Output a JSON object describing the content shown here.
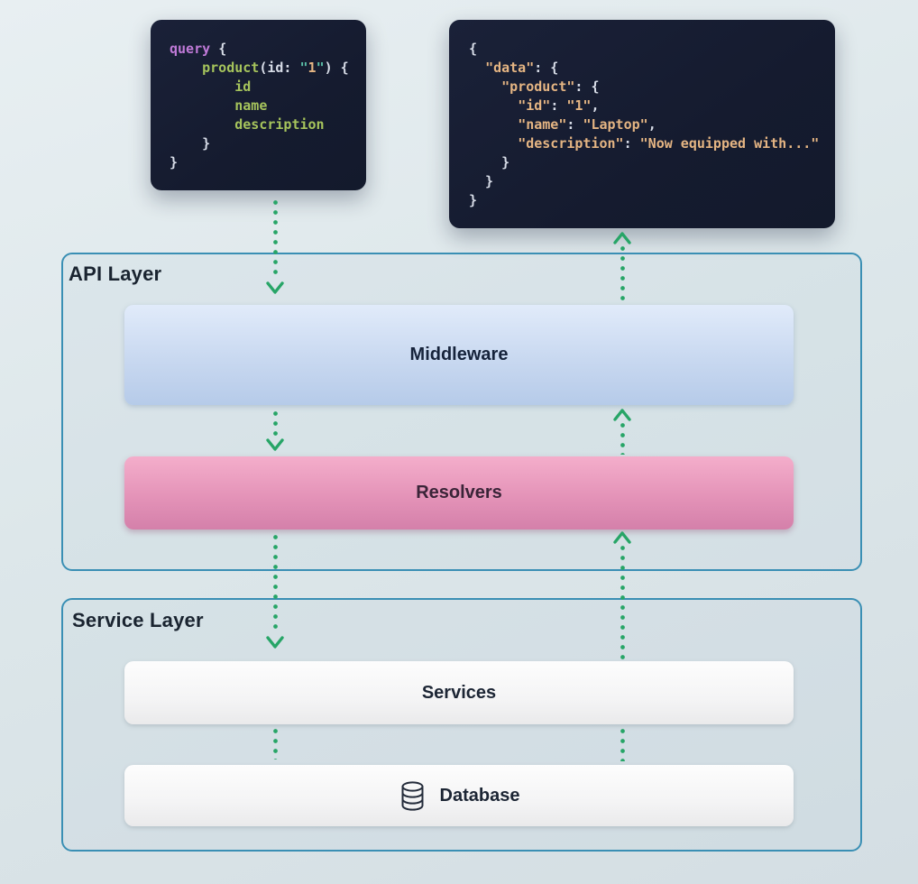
{
  "colors": {
    "arrow_green": "#27a567",
    "layer_border": "#3a8fb4",
    "code_background": "#151b2f",
    "middleware_fill": "#c8d8f0",
    "resolvers_fill": "#e493b8",
    "service_fill": "#f4f4f5"
  },
  "query_block": {
    "lines": [
      [
        {
          "t": "query ",
          "c": "purple"
        },
        {
          "t": "{",
          "c": "punct"
        }
      ],
      [
        {
          "t": "    ",
          "c": "punct"
        },
        {
          "t": "product",
          "c": "green"
        },
        {
          "t": "(id: ",
          "c": "punct"
        },
        {
          "t": "\"",
          "c": "teal"
        },
        {
          "t": "1",
          "c": "tan"
        },
        {
          "t": "\"",
          "c": "teal"
        },
        {
          "t": ") {",
          "c": "punct"
        }
      ],
      [
        {
          "t": "        ",
          "c": "punct"
        },
        {
          "t": "id",
          "c": "green"
        }
      ],
      [
        {
          "t": "        ",
          "c": "punct"
        },
        {
          "t": "name",
          "c": "green"
        }
      ],
      [
        {
          "t": "        ",
          "c": "punct"
        },
        {
          "t": "description",
          "c": "green"
        }
      ],
      [
        {
          "t": "    }",
          "c": "punct"
        }
      ],
      [
        {
          "t": "}",
          "c": "punct"
        }
      ]
    ]
  },
  "response_block": {
    "lines": [
      [
        {
          "t": "{",
          "c": "punct"
        }
      ],
      [
        {
          "t": "  ",
          "c": "punct"
        },
        {
          "t": "\"data\"",
          "c": "tan"
        },
        {
          "t": ": {",
          "c": "punct"
        }
      ],
      [
        {
          "t": "    ",
          "c": "punct"
        },
        {
          "t": "\"product\"",
          "c": "tan"
        },
        {
          "t": ": {",
          "c": "punct"
        }
      ],
      [
        {
          "t": "      ",
          "c": "punct"
        },
        {
          "t": "\"id\"",
          "c": "tan"
        },
        {
          "t": ": ",
          "c": "punct"
        },
        {
          "t": "\"1\"",
          "c": "tan"
        },
        {
          "t": ",",
          "c": "punct"
        }
      ],
      [
        {
          "t": "      ",
          "c": "punct"
        },
        {
          "t": "\"name\"",
          "c": "tan"
        },
        {
          "t": ": ",
          "c": "punct"
        },
        {
          "t": "\"Laptop\"",
          "c": "tan"
        },
        {
          "t": ",",
          "c": "punct"
        }
      ],
      [
        {
          "t": "      ",
          "c": "punct"
        },
        {
          "t": "\"description\"",
          "c": "tan"
        },
        {
          "t": ": ",
          "c": "punct"
        },
        {
          "t": "\"Now equipped with...\"",
          "c": "tan"
        }
      ],
      [
        {
          "t": "    }",
          "c": "punct"
        }
      ],
      [
        {
          "t": "  }",
          "c": "punct"
        }
      ],
      [
        {
          "t": "}",
          "c": "punct"
        }
      ]
    ]
  },
  "api_layer": {
    "label": "API Layer",
    "middleware_label": "Middleware",
    "resolvers_label": "Resolvers"
  },
  "service_layer": {
    "label": "Service Layer",
    "services_label": "Services",
    "database_label": "Database"
  }
}
